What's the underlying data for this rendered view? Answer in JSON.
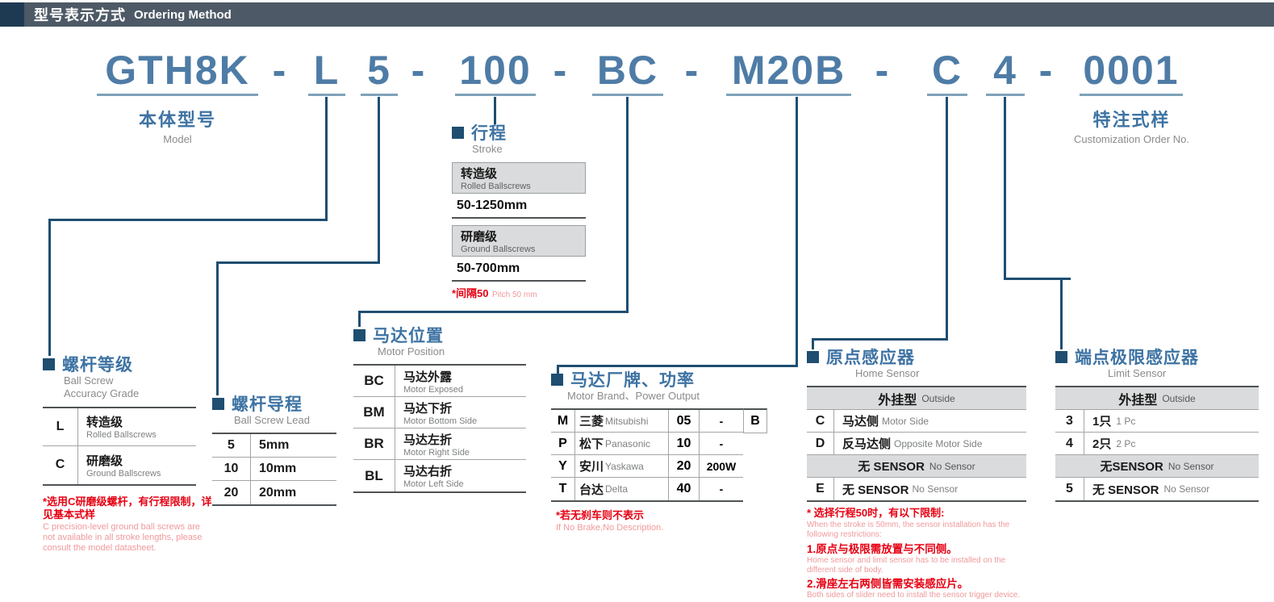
{
  "colors": {
    "accent_blue": "#3e73a3",
    "model_blue": "#4e7ca6",
    "dark_navy": "#1f4e70",
    "header_bar": "#4d5966",
    "red": "#e60012",
    "light_red": "#f0999c",
    "gray_box": "#d9dbdc"
  },
  "header": {
    "title_cn": "型号表示方式",
    "title_en": "Ordering Method"
  },
  "model_code": {
    "segments": [
      "GTH8K",
      "L",
      "5",
      "100",
      "BC",
      "M20B",
      "C",
      "4",
      "0001"
    ],
    "separator": "-"
  },
  "model_label": {
    "cn": "本体型号",
    "en": "Model"
  },
  "customization_label": {
    "cn": "特注式样",
    "en": "Customization Order No."
  },
  "stroke": {
    "title_cn": "行程",
    "title_en": "Stroke",
    "rolled_cn": "转造级",
    "rolled_en": "Rolled Ballscrews",
    "rolled_range": "50-1250mm",
    "ground_cn": "研磨级",
    "ground_en": "Ground Ballscrews",
    "ground_range": "50-700mm",
    "pitch_note_cn": "*间隔50",
    "pitch_note_en": "Pitch 50 mm"
  },
  "accuracy": {
    "title_cn": "螺杆等级",
    "title_en_line1": "Ball Screw",
    "title_en_line2": "Accuracy Grade",
    "rows": [
      {
        "code": "L",
        "cn": "转造级",
        "en": "Rolled Ballscrews"
      },
      {
        "code": "C",
        "cn": "研磨级",
        "en": "Ground Ballscrews"
      }
    ],
    "note_cn": "*选用C研磨级螺杆，有行程限制，详见基本式样",
    "note_en": "C precision-level ground ball screws are not available in all stroke lengths, please consult the model datasheet."
  },
  "lead": {
    "title_cn": "螺杆导程",
    "title_en": "Ball Screw Lead",
    "rows": [
      {
        "code": "5",
        "value": "5mm"
      },
      {
        "code": "10",
        "value": "10mm"
      },
      {
        "code": "20",
        "value": "20mm"
      }
    ]
  },
  "motor_position": {
    "title_cn": "马达位置",
    "title_en": "Motor Position",
    "rows": [
      {
        "code": "BC",
        "cn": "马达外露",
        "en": "Motor Exposed"
      },
      {
        "code": "BM",
        "cn": "马达下折",
        "en": "Motor Bottom Side"
      },
      {
        "code": "BR",
        "cn": "马达左折",
        "en": "Motor Right Side"
      },
      {
        "code": "BL",
        "cn": "马达右折",
        "en": "Motor Left Side"
      }
    ]
  },
  "motor_brand": {
    "title_cn": "马达厂牌、功率",
    "title_en": "Motor Brand、Power Output",
    "rows": [
      {
        "code": "M",
        "brand_cn": "三菱",
        "brand_en": "Mitsubishi",
        "power_code": "05",
        "power": "-"
      },
      {
        "code": "P",
        "brand_cn": "松下",
        "brand_en": "Panasonic",
        "power_code": "10",
        "power": "-"
      },
      {
        "code": "Y",
        "brand_cn": "安川",
        "brand_en": "Yaskawa",
        "power_code": "20",
        "power": "200W"
      },
      {
        "code": "T",
        "brand_cn": "台达",
        "brand_en": "Delta",
        "power_code": "40",
        "power": "-"
      }
    ],
    "brake_code": "B",
    "note_cn": "*若无刹车则不表示",
    "note_en": "If No Brake,No Description."
  },
  "home_sensor": {
    "title_cn": "原点感应器",
    "title_en": "Home Sensor",
    "header_cn": "外挂型",
    "header_en": "Outside",
    "rows": [
      {
        "code": "C",
        "cn": "马达侧",
        "en": "Motor Side"
      },
      {
        "code": "D",
        "cn": "反马达侧",
        "en": "Opposite Motor Side"
      }
    ],
    "none_cn": "无 SENSOR",
    "none_en": "No Sensor",
    "e_code": "E",
    "e_cn": "无 SENSOR",
    "e_en": "No Sensor",
    "note1_cn": "* 选择行程50时，有以下限制:",
    "note1_en": "When the stroke is 50mm, the sensor installation has the following restrictions:",
    "note2_cn": "1.原点与极限需放置与不同侧。",
    "note2_en": "Home sensor and limit sensor has to be installed on the different side of body.",
    "note3_cn": "2.滑座左右两侧皆需安装感应片。",
    "note3_en": "Both sides of slider need to install the sensor trigger device."
  },
  "limit_sensor": {
    "title_cn": "端点极限感应器",
    "title_en": "Limit Sensor",
    "header_cn": "外挂型",
    "header_en": "Outside",
    "rows": [
      {
        "code": "3",
        "cn": "1只",
        "en": "1 Pc"
      },
      {
        "code": "4",
        "cn": "2只",
        "en": "2 Pc"
      }
    ],
    "none_cn": "无SENSOR",
    "none_en": "No Sensor",
    "row5_code": "5",
    "row5_cn": "无 SENSOR",
    "row5_en": "No Sensor"
  }
}
